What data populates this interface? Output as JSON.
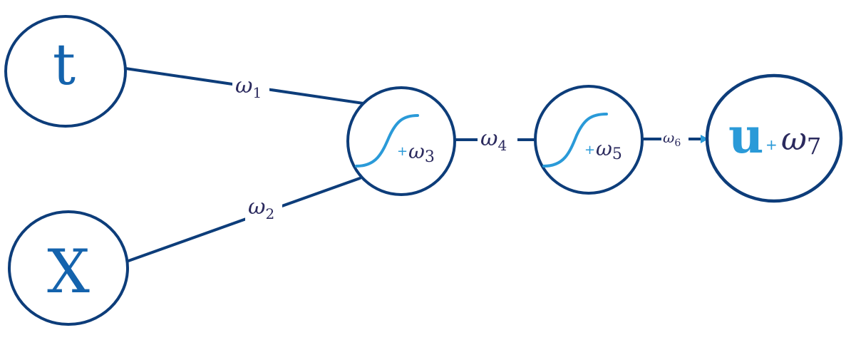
{
  "inputs": {
    "t": "t",
    "x": "X"
  },
  "weights": {
    "w1": {
      "symbol": "ω",
      "sub": "1"
    },
    "w2": {
      "symbol": "ω",
      "sub": "2"
    },
    "w3": {
      "symbol": "ω",
      "sub": "3"
    },
    "w4": {
      "symbol": "ω",
      "sub": "4"
    },
    "w5": {
      "symbol": "ω",
      "sub": "5"
    },
    "w6": {
      "symbol": "ω",
      "sub": "6"
    },
    "w7": {
      "symbol": "ω",
      "sub": "7"
    }
  },
  "plus": "+",
  "output": {
    "var": "u"
  },
  "colors": {
    "stroke": "#0d3d7a",
    "sigmoid": "#2a9ad8",
    "input_text": "#1463ad",
    "weight_text": "#2b2a5e"
  }
}
